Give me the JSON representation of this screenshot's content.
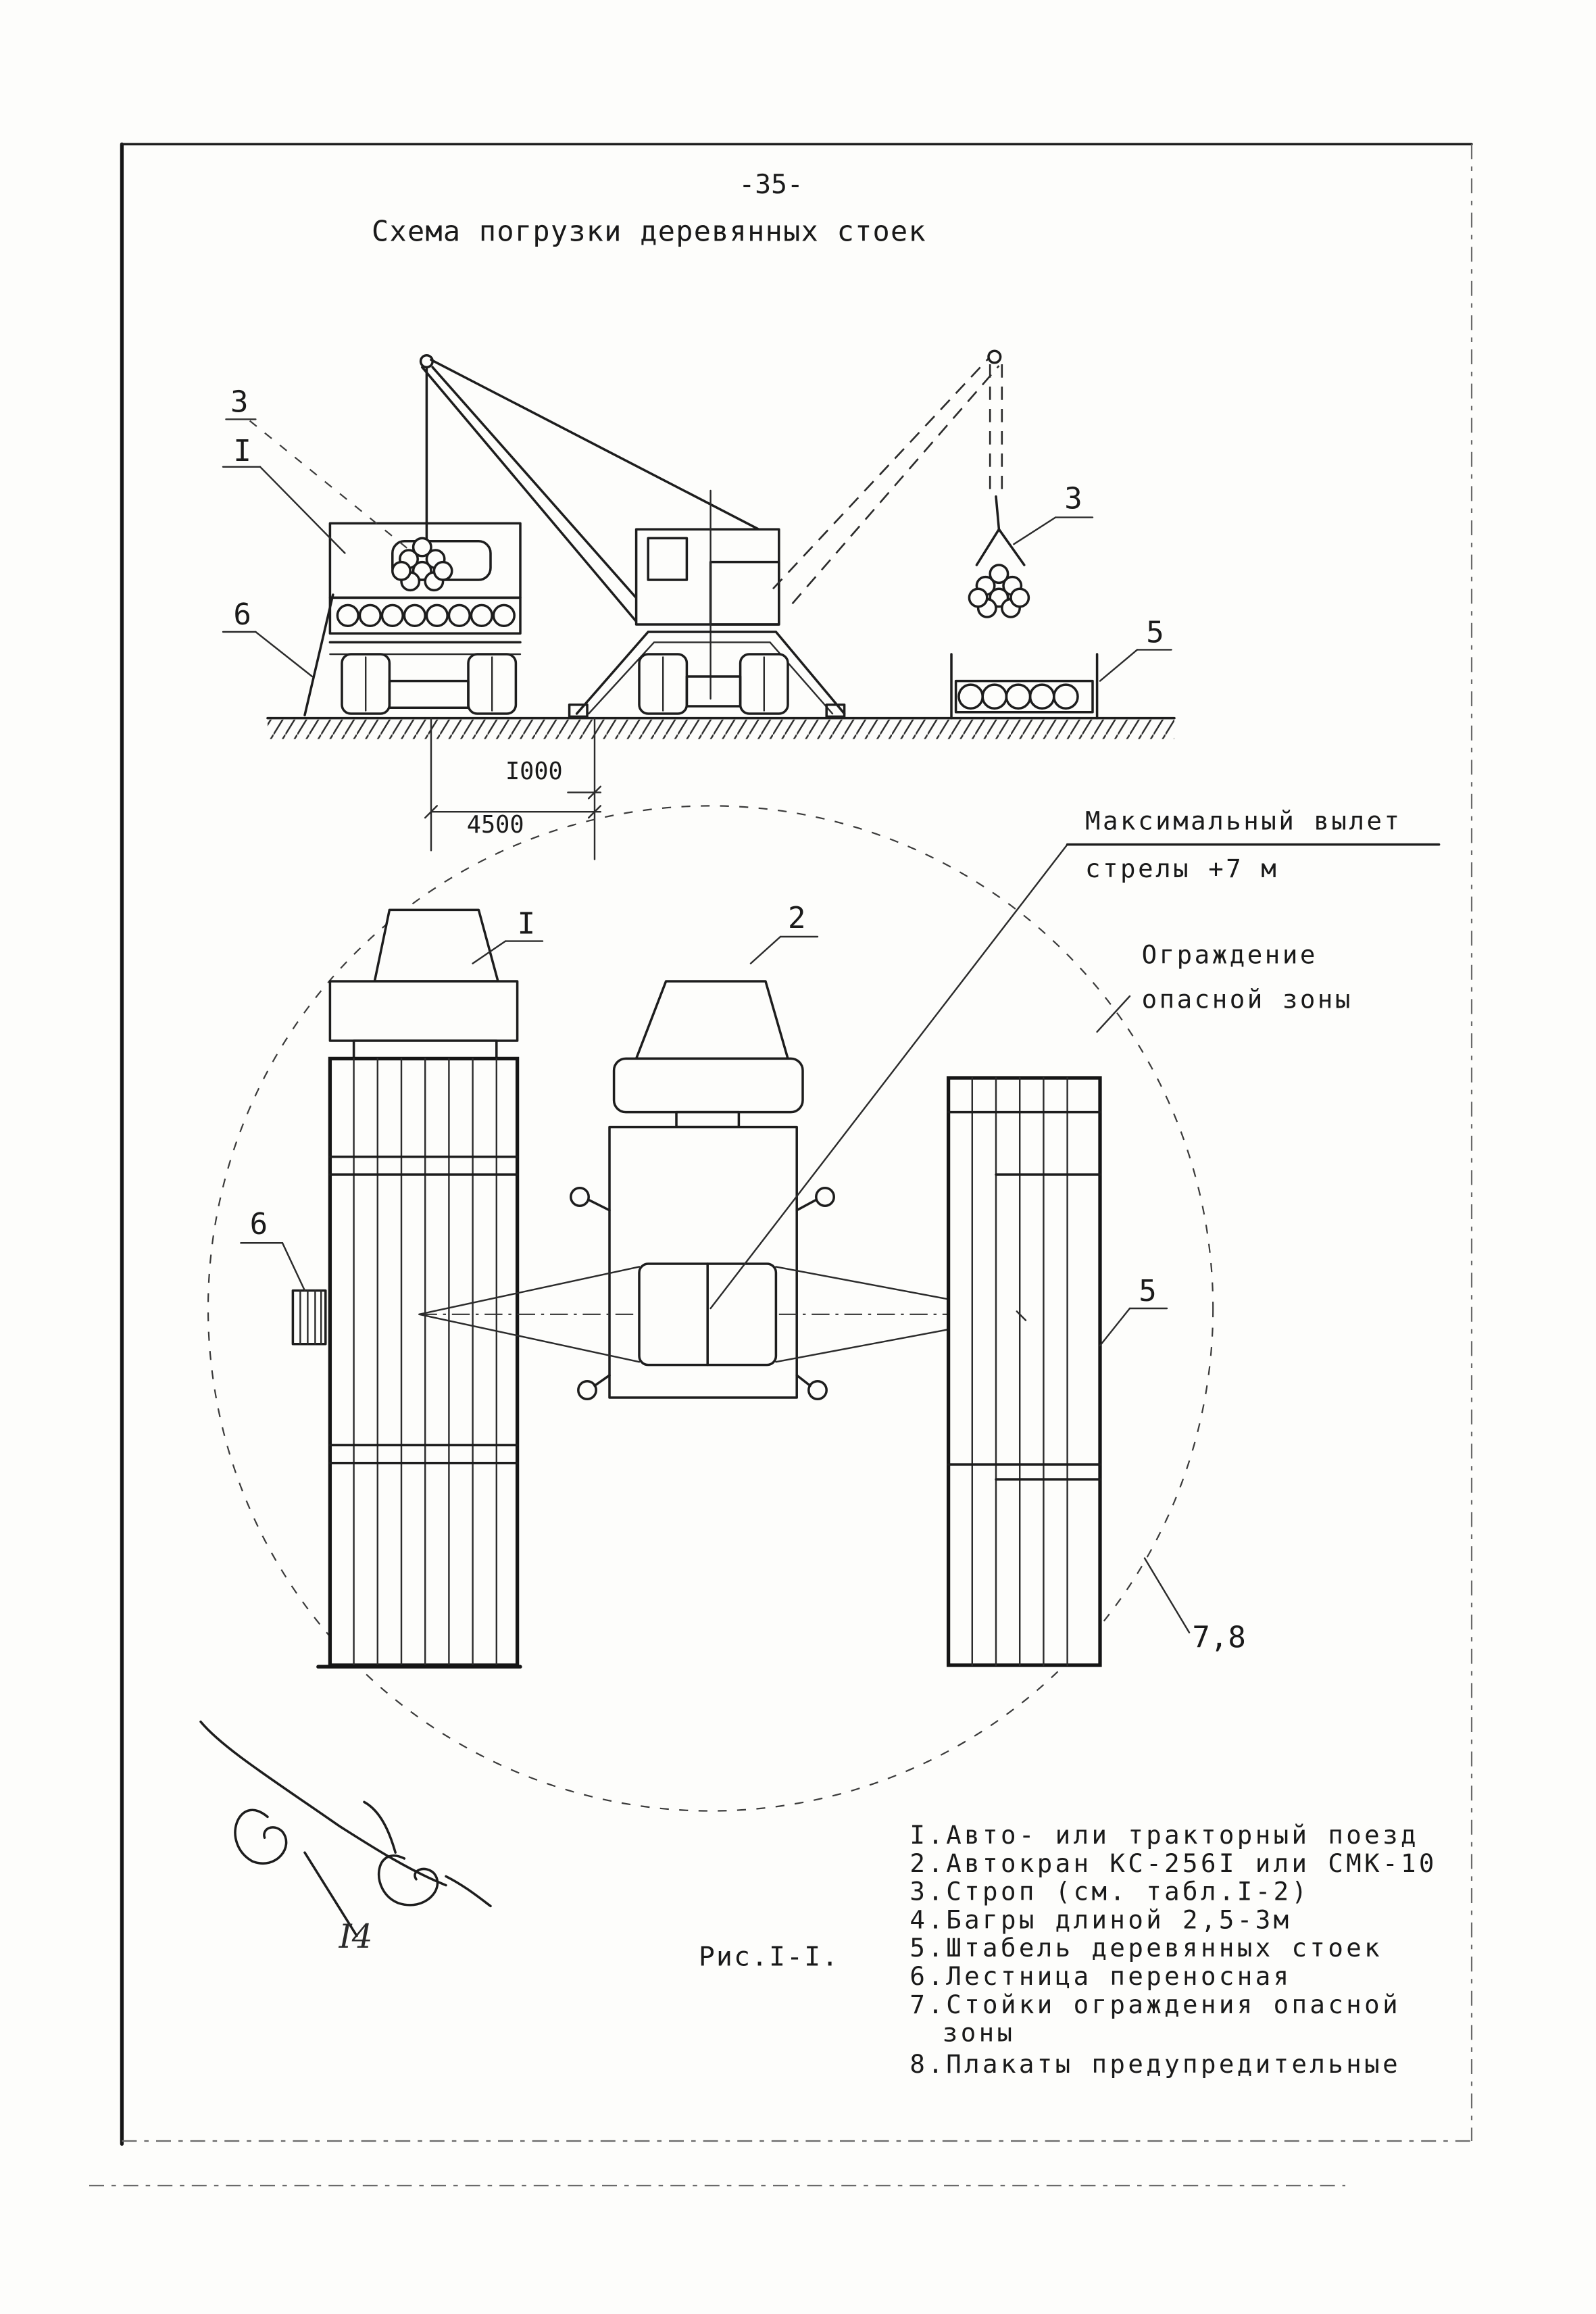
{
  "page_number": "-35-",
  "title": "Схема погрузки деревянных стоек",
  "elevation": {
    "labels": {
      "sling_left": "3",
      "truck": "I",
      "ladder": "6",
      "sling_right": "3",
      "stack": "5"
    },
    "dimensions": {
      "short": "I000",
      "long": "4500"
    }
  },
  "plan": {
    "boom_note": [
      "Максимальный вылет",
      "стрелы +7 м"
    ],
    "fence_note": [
      "Ограждение",
      "опасной зоны"
    ],
    "labels": {
      "truck": "I",
      "crane": "2",
      "ladder": "6",
      "stack": "5",
      "fence": "7,8"
    }
  },
  "legend": [
    "I.Авто- или тракторный поезд",
    "2.Автокран КС-256I или СМК-10",
    "3.Строп (см. табл.I-2)",
    "4.Багры длиной 2,5-3м",
    "5.Штабель деревянных стоек",
    "6.Лестница переносная",
    "7.Стойки ограждения опасной",
    "зоны",
    "8.Плакаты предупредительные"
  ],
  "figure_caption": "Рис.I-I.",
  "handwritten_mark": "I4",
  "colors": {
    "ink": "#1d1d1d",
    "paper": "#fdfdfb"
  }
}
